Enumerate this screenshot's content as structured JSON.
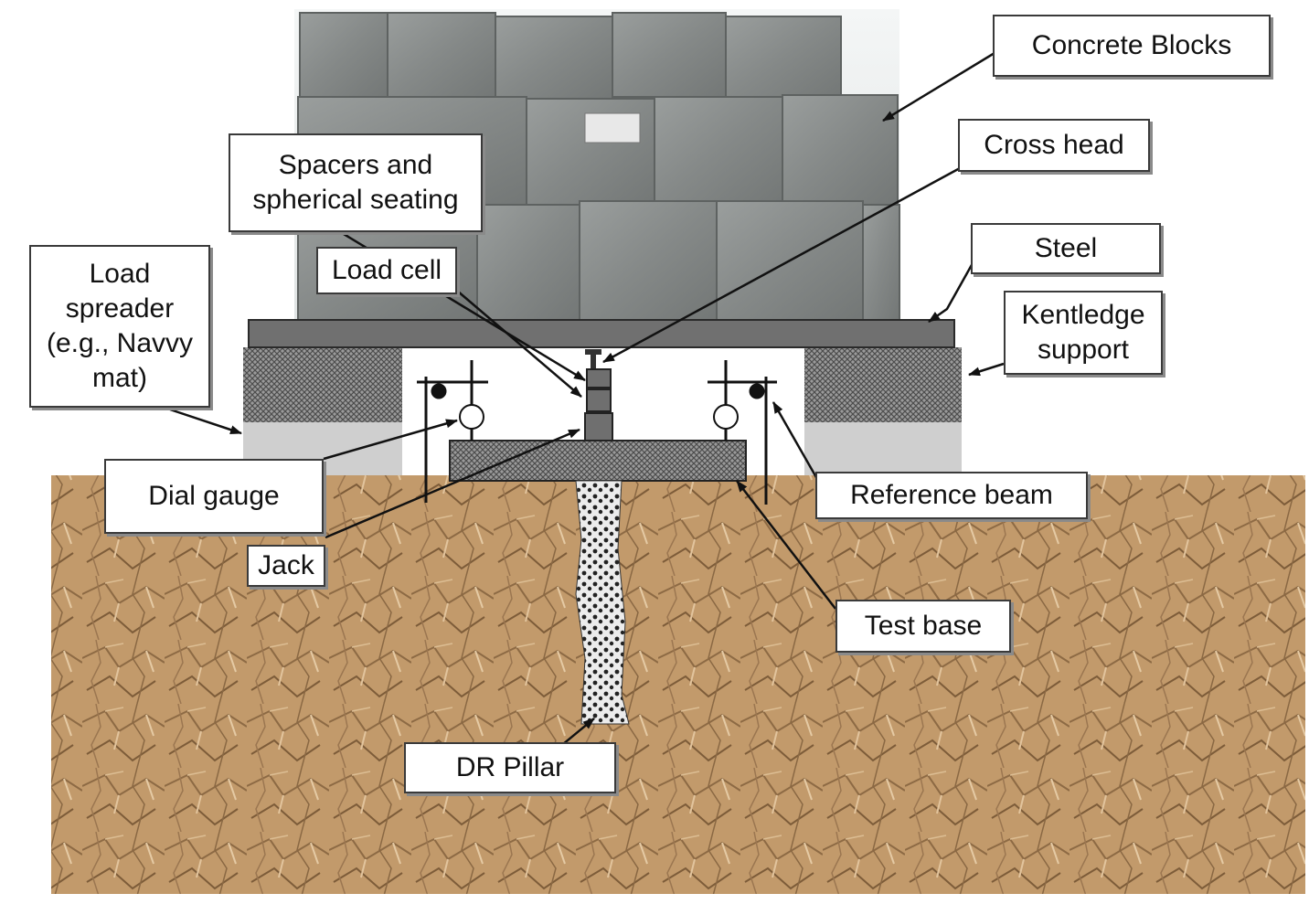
{
  "labels": {
    "concrete_blocks": "Concrete Blocks",
    "cross_head": "Cross head",
    "spacers_line1": "Spacers and",
    "spacers_line2": "spherical seating",
    "steel": "Steel",
    "kentledge_line1": "Kentledge",
    "kentledge_line2": "support",
    "load_spreader_line1": "Load",
    "load_spreader_line2": "spreader",
    "load_spreader_line3": "(e.g., Navvy",
    "load_spreader_line4": "mat)",
    "load_cell": "Load cell",
    "dial_gauge": "Dial gauge",
    "reference_beam": "Reference beam",
    "jack": "Jack",
    "test_base": "Test base",
    "dr_pillar": "DR Pillar"
  },
  "colors": {
    "soil": "#c49a6c",
    "soil_dark": "#8b6440",
    "concrete": "#8d9190",
    "steel_plate": "#6f6f6f",
    "mat_dark": "#7a7a7a",
    "mat_light": "#cfcfcf",
    "pillar": "#e6e6e6"
  }
}
